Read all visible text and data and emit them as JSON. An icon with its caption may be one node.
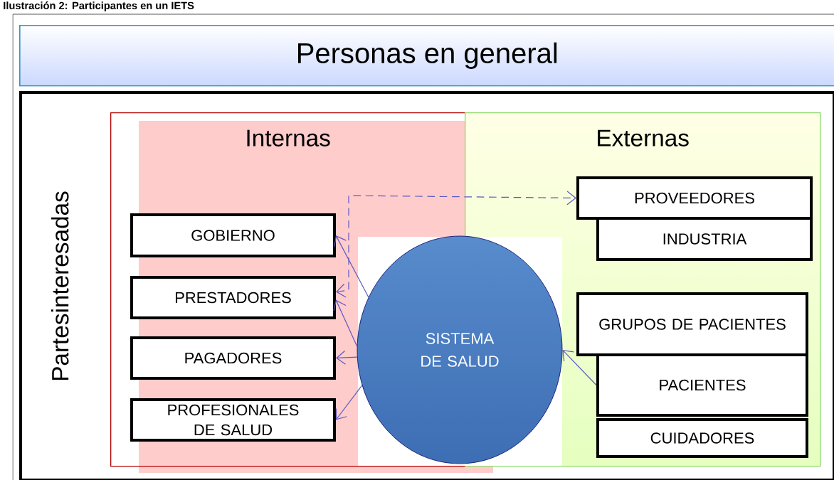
{
  "diagram": {
    "title": "Ilustración 2: Participantes en un IETS",
    "nodes": [
      {
        "text": [
          "Personas en general"
        ]
      },
      {
        "text": [
          "Partesinteresadas"
        ]
      },
      {
        "text": [
          "Internas"
        ],
        "in": 1
      },
      {
        "text": [
          "Externas"
        ],
        "in": 1
      },
      {
        "text": [
          "GOBIERNO"
        ],
        "in": 2
      },
      {
        "text": [
          "PRESTADORES"
        ],
        "in": 2
      },
      {
        "text": [
          "PAGADORES"
        ],
        "in": 2
      },
      {
        "text": [
          "PROFESIONALES DE SALUD"
        ],
        "in": 2
      },
      {
        "text": [
          "PROVEEDORES"
        ],
        "in": 3
      },
      {
        "text": [
          "INDUSTRIA"
        ],
        "in": 3
      },
      {
        "text": [
          "GRUPOS DE PACIENTES"
        ],
        "in": 3
      },
      {
        "text": [
          "PACIENTES"
        ],
        "in": 3
      },
      {
        "text": [
          "CUIDADORES"
        ],
        "in": 3
      },
      {
        "text": [
          "SISTEMA DE SALUD"
        ],
        "in": 1
      }
    ],
    "edges": [
      {
        "from": 13,
        "to": 4,
        "arrow": "to"
      },
      {
        "from": 13,
        "to": 5,
        "arrow": "to"
      },
      {
        "from": 13,
        "to": 6,
        "arrow": "to"
      },
      {
        "from": 13,
        "to": 7,
        "arrow": "to"
      },
      {
        "from": 5,
        "to": 8,
        "arrow": "both",
        "style": "dashed"
      },
      {
        "from": 11,
        "to": 13,
        "arrow": "to"
      }
    ]
  }
}
